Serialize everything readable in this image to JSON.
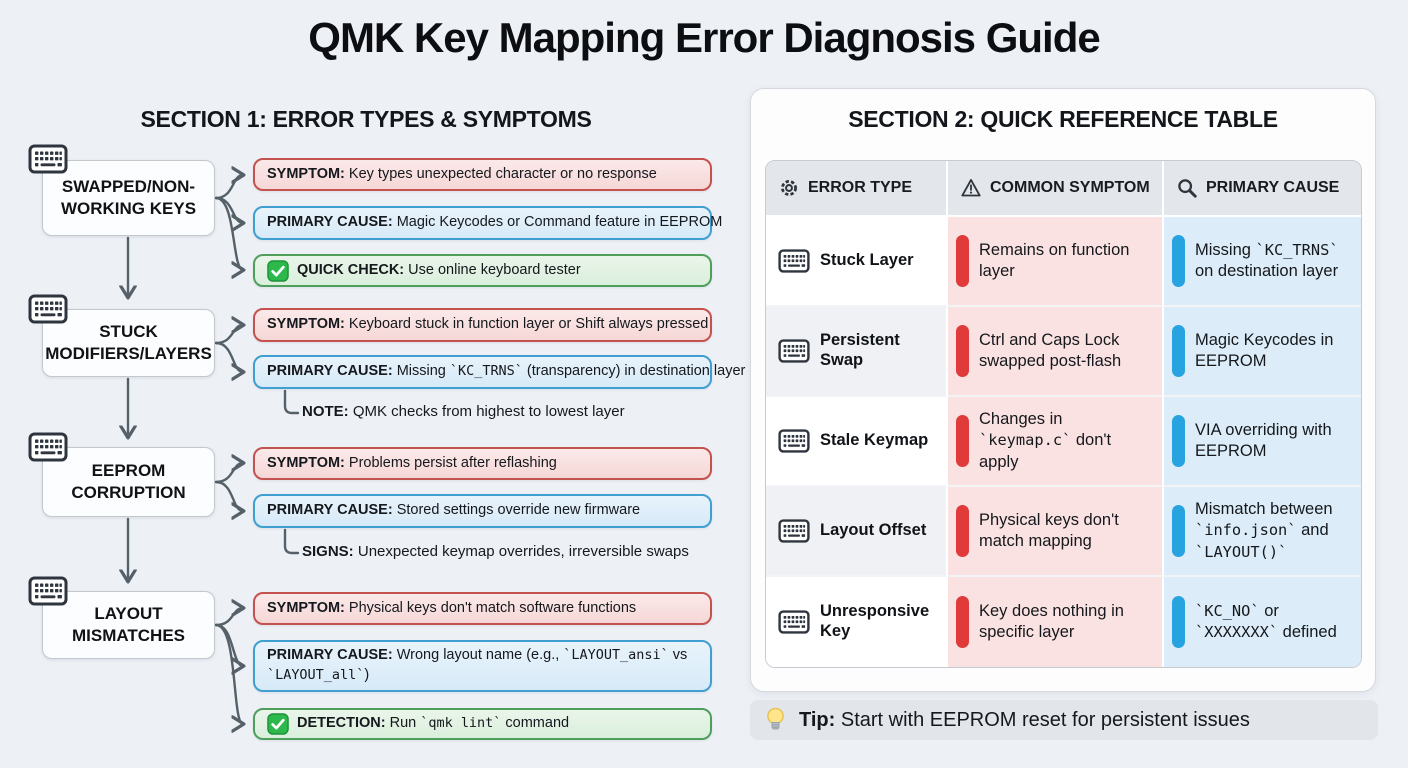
{
  "title": "QMK Key Mapping Error Diagnosis Guide",
  "section1": {
    "heading": "SECTION 1: ERROR TYPES & SYMPTOMS",
    "nodes": [
      {
        "label": "SWAPPED/NON-WORKING KEYS"
      },
      {
        "label": "STUCK MODIFIERS/LAYERS"
      },
      {
        "label": "EEPROM CORRUPTION"
      },
      {
        "label": "LAYOUT MISMATCHES"
      }
    ],
    "pills": [
      {
        "type": "symptom",
        "label": "SYMPTOM:",
        "text": "Key types unexpected character or no response"
      },
      {
        "type": "cause",
        "label": "PRIMARY CAUSE:",
        "text": "Magic Keycodes or Command feature in EEPROM"
      },
      {
        "type": "check",
        "label": "QUICK CHECK:",
        "text": "Use online keyboard tester",
        "icon": "check-icon"
      },
      {
        "type": "symptom",
        "label": "SYMPTOM:",
        "text": "Keyboard stuck in function layer or Shift always pressed"
      },
      {
        "type": "cause",
        "label": "PRIMARY CAUSE:",
        "text": "Missing `KC_TRNS` (transparency) in destination layer"
      },
      {
        "type": "note",
        "label": "NOTE:",
        "text": "QMK checks from highest to lowest layer"
      },
      {
        "type": "symptom",
        "label": "SYMPTOM:",
        "text": "Problems persist after reflashing"
      },
      {
        "type": "cause",
        "label": "PRIMARY CAUSE:",
        "text": "Stored settings override new firmware"
      },
      {
        "type": "note",
        "label": "SIGNS:",
        "text": "Unexpected keymap overrides, irreversible swaps"
      },
      {
        "type": "symptom",
        "label": "SYMPTOM:",
        "text": "Physical keys don't match software functions"
      },
      {
        "type": "cause",
        "label": "PRIMARY CAUSE:",
        "text": "Wrong layout name (e.g., `LAYOUT_ansi` vs `LAYOUT_all`)"
      },
      {
        "type": "check",
        "label": "DETECTION:",
        "text": "Run `qmk lint` command",
        "icon": "check-icon"
      }
    ]
  },
  "section2": {
    "heading": "SECTION 2: QUICK REFERENCE TABLE",
    "columns": [
      {
        "label": "ERROR TYPE",
        "icon": "gear-icon"
      },
      {
        "label": "COMMON SYMPTOM",
        "icon": "warning-icon"
      },
      {
        "label": "PRIMARY CAUSE",
        "icon": "search-icon"
      }
    ],
    "rows": [
      {
        "error": "Stuck Layer",
        "symptom": "Remains on function layer",
        "cause": "Missing `KC_TRNS` on destination layer"
      },
      {
        "error": "Persistent Swap",
        "symptom": "Ctrl and Caps Lock swapped post-flash",
        "cause": "Magic Keycodes in EEPROM"
      },
      {
        "error": "Stale Keymap",
        "symptom": "Changes in `keymap.c` don't apply",
        "cause": "VIA overriding with EEPROM"
      },
      {
        "error": "Layout Offset",
        "symptom": "Physical keys don't match mapping",
        "cause": "Mismatch between `info.json` and `LAYOUT()`"
      },
      {
        "error": "Unresponsive Key",
        "symptom": "Key does nothing in specific layer",
        "cause": "`KC_NO` or `XXXXXXX` defined"
      }
    ],
    "tip": {
      "label": "Tip:",
      "text": "Start with EEPROM reset for persistent issues",
      "icon": "lightbulb-icon"
    }
  },
  "colors": {
    "background": "#edf1f6",
    "symptom_border": "#c4524e",
    "symptom_fill": "#f8dddd",
    "cause_border": "#3f9fd0",
    "cause_fill": "#daecf9",
    "check_border": "#4f9f5c",
    "check_fill": "#def0df",
    "table_symptom_bg": "#fbe2e2",
    "table_cause_bg": "#dcedf9",
    "red_bar": "#e03a3a",
    "blue_bar": "#27a4df",
    "connector": "#566069"
  }
}
